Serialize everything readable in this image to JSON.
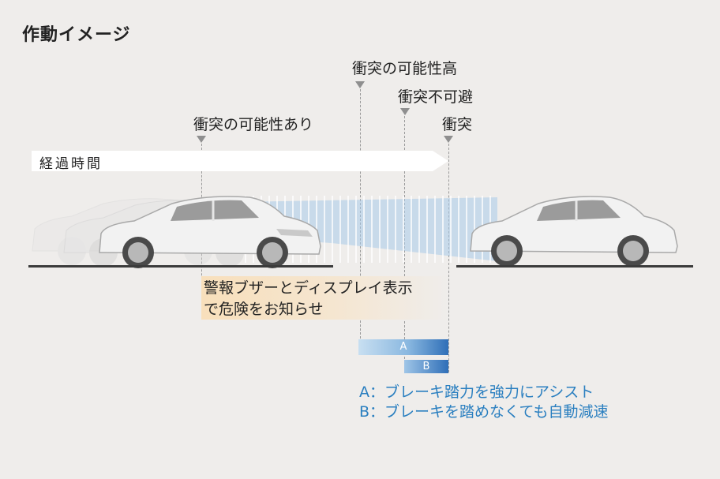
{
  "title": "作動イメージ",
  "events": {
    "possible": "衝突の可能性あり",
    "high": "衝突の可能性高",
    "unavoidable": "衝突不可避",
    "collision": "衝突"
  },
  "timeline_label": "経過時間",
  "alert": {
    "line1": "警報ブザーとディスプレイ表示",
    "line2": "で危険をお知らせ"
  },
  "bars": {
    "a_label": "A",
    "b_label": "B"
  },
  "legend": {
    "a": "A：ブレーキ踏力を強力にアシスト",
    "b": "B：ブレーキを踏めなくても自動減速"
  },
  "colors": {
    "accent_blue": "#2a7fc0",
    "alert_orange": "#f8dfbb",
    "ground": "#3b3b3b"
  }
}
